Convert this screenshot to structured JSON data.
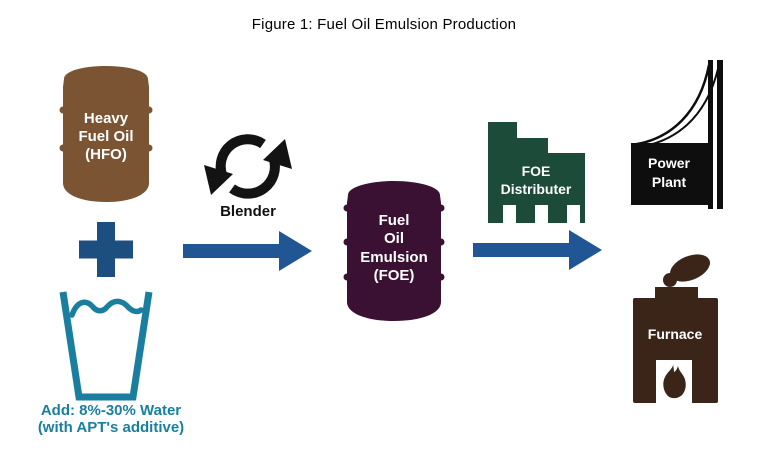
{
  "figure_title": "Figure 1: Fuel Oil Emulsion Production",
  "nodes": {
    "hfo_barrel": {
      "lines": [
        "Heavy",
        "Fuel Oil",
        "(HFO)"
      ]
    },
    "water_glass": {
      "caption_lines": [
        "Add: 8%-30% Water",
        "(with APT's additive)"
      ]
    },
    "blender": {
      "label": "Blender"
    },
    "foe_barrel": {
      "lines": [
        "Fuel",
        "Oil",
        "Emulsion",
        "(FOE)"
      ]
    },
    "foe_distributer": {
      "lines": [
        "FOE",
        "Distributer"
      ]
    },
    "power_plant": {
      "lines": [
        "Power",
        "Plant"
      ]
    },
    "furnace": {
      "label": "Furnace"
    }
  },
  "colors": {
    "hfo_brown": "#7b5433",
    "foe_purple": "#3a1133",
    "distributer_green": "#1d4b3a",
    "furnace_brown": "#3b2418",
    "plant_black": "#0e0e0e",
    "blender_black": "#131313",
    "arrow_blue": "#1f5693",
    "plus_blue": "#1d4e80",
    "water_teal": "#1a7f9e",
    "label_white": "#ffffff",
    "title_black": "#000000"
  }
}
